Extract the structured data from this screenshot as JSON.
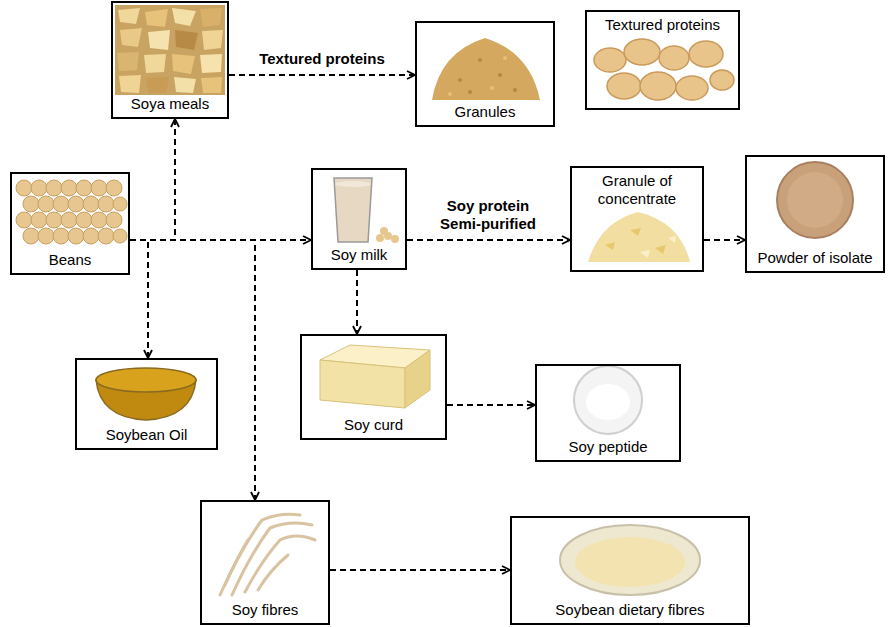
{
  "diagram": {
    "nodes": [
      {
        "text": [
          "Soya meals"
        ]
      },
      {
        "text": [
          "Granules"
        ]
      },
      {
        "text": [
          "Textured proteins"
        ]
      },
      {
        "text": [
          "Beans"
        ]
      },
      {
        "text": [
          "Soy milk"
        ]
      },
      {
        "text": [
          "Granule of concentrate"
        ]
      },
      {
        "text": [
          "Powder of isolate"
        ]
      },
      {
        "text": [
          "Soybean Oil"
        ]
      },
      {
        "text": [
          "Soy curd"
        ]
      },
      {
        "text": [
          "Soy peptide"
        ]
      },
      {
        "text": [
          "Soy fibres"
        ]
      },
      {
        "text": [
          "Soybean dietary fibres"
        ]
      }
    ],
    "edges": [
      {
        "from": 3,
        "to": 0,
        "arrow": "to"
      },
      {
        "from": 3,
        "to": 4,
        "arrow": "to"
      },
      {
        "from": 3,
        "to": 7,
        "arrow": "to"
      },
      {
        "from": 3,
        "to": 10,
        "arrow": "to"
      },
      {
        "from": 0,
        "to": 1,
        "label": "Textured proteins",
        "arrow": "to"
      },
      {
        "from": 4,
        "to": 5,
        "label": "Soy protein Semi-purified",
        "arrow": "to"
      },
      {
        "from": 5,
        "to": 6,
        "arrow": "to"
      },
      {
        "from": 4,
        "to": 8,
        "arrow": "to"
      },
      {
        "from": 8,
        "to": 9,
        "arrow": "to"
      },
      {
        "from": 10,
        "to": 11,
        "arrow": "to"
      }
    ]
  }
}
